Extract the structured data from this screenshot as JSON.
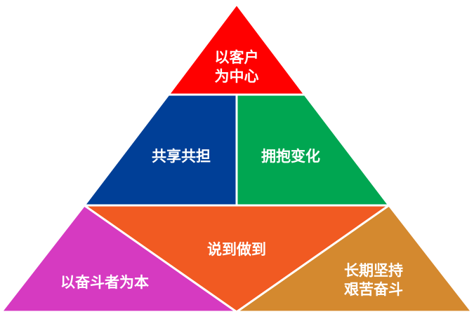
{
  "pyramid": {
    "top": {
      "label_line1": "以客户",
      "label_line2": "为中心",
      "color": "#FF0000"
    },
    "middle_left": {
      "label": "共享共担",
      "color": "#003F97"
    },
    "middle_right": {
      "label": "拥抱变化",
      "color": "#00A651"
    },
    "bottom_left": {
      "label": "以奋斗者为本",
      "color": "#D63AC1"
    },
    "bottom_center": {
      "label": "说到做到",
      "color": "#F15A22"
    },
    "bottom_right": {
      "label_line1": "长期坚持",
      "label_line2": "艰苦奋斗",
      "color": "#D4892F"
    },
    "outline_color": "#ffffff"
  }
}
